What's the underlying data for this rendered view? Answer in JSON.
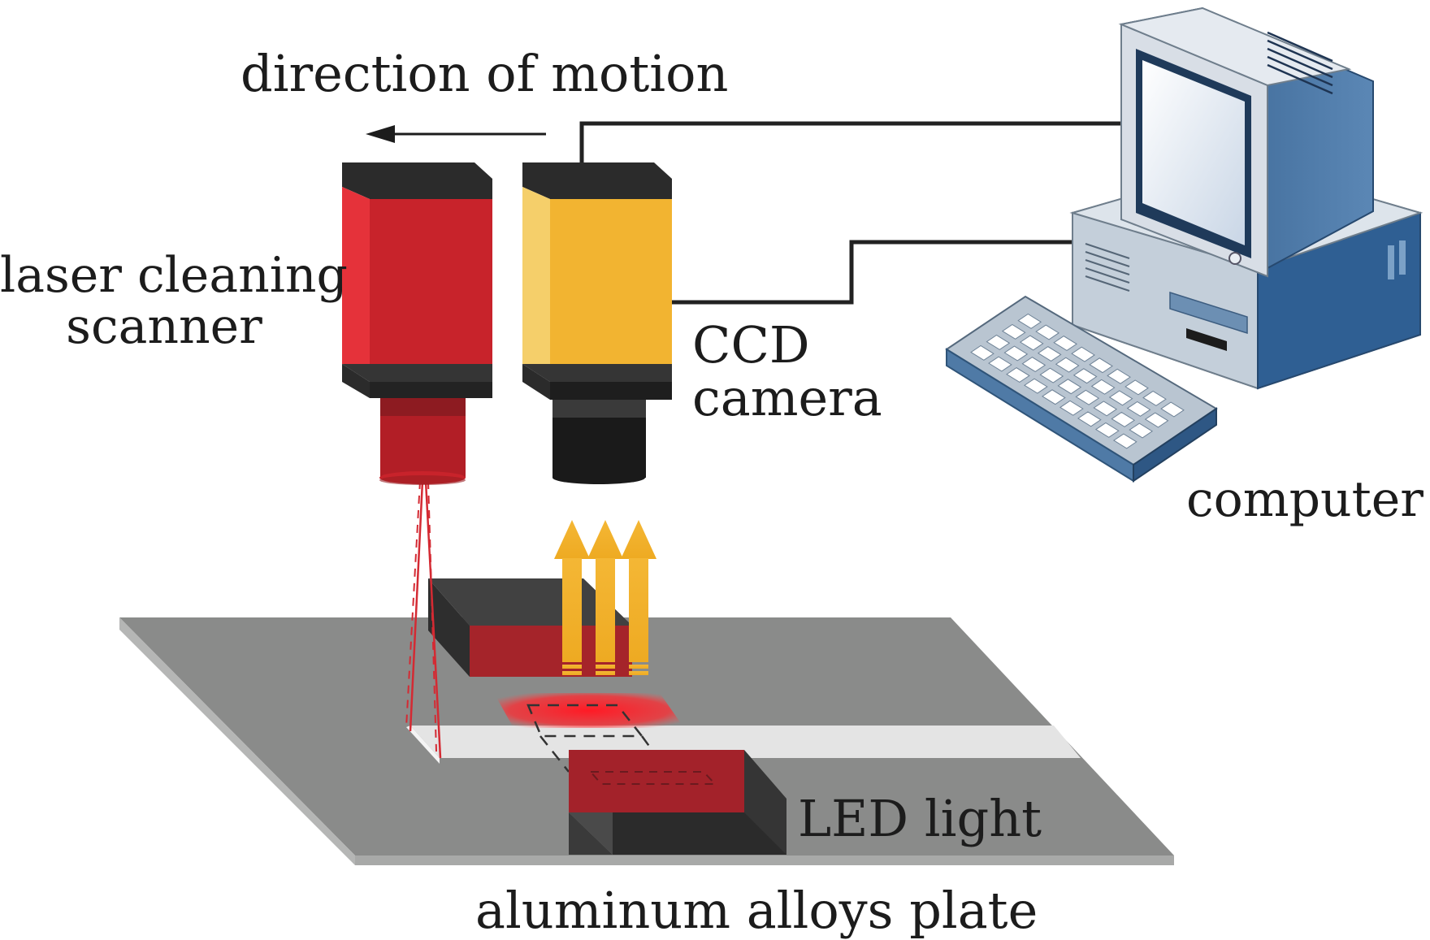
{
  "labels": {
    "direction_of_motion": "direction of motion",
    "laser_scanner_line1": "laser cleaning",
    "laser_scanner_line2": "scanner",
    "ccd_line1": "CCD",
    "ccd_line2": "camera",
    "computer": "computer",
    "led_light": "LED light",
    "plate": "aluminum alloys plate"
  },
  "colors": {
    "scanner_red": "#c8232b",
    "camera_yellow": "#f2b431",
    "plate_gray": "#8a8b8a",
    "cleaned_strip": "#e4e4e4",
    "led_red": "#9e2229",
    "monitor_blue": "#3f6fa0",
    "wire": "#222222"
  },
  "icons": [
    "left-arrow-icon",
    "upward-light-arrow-icon",
    "computer-monitor-icon",
    "keyboard-icon"
  ]
}
